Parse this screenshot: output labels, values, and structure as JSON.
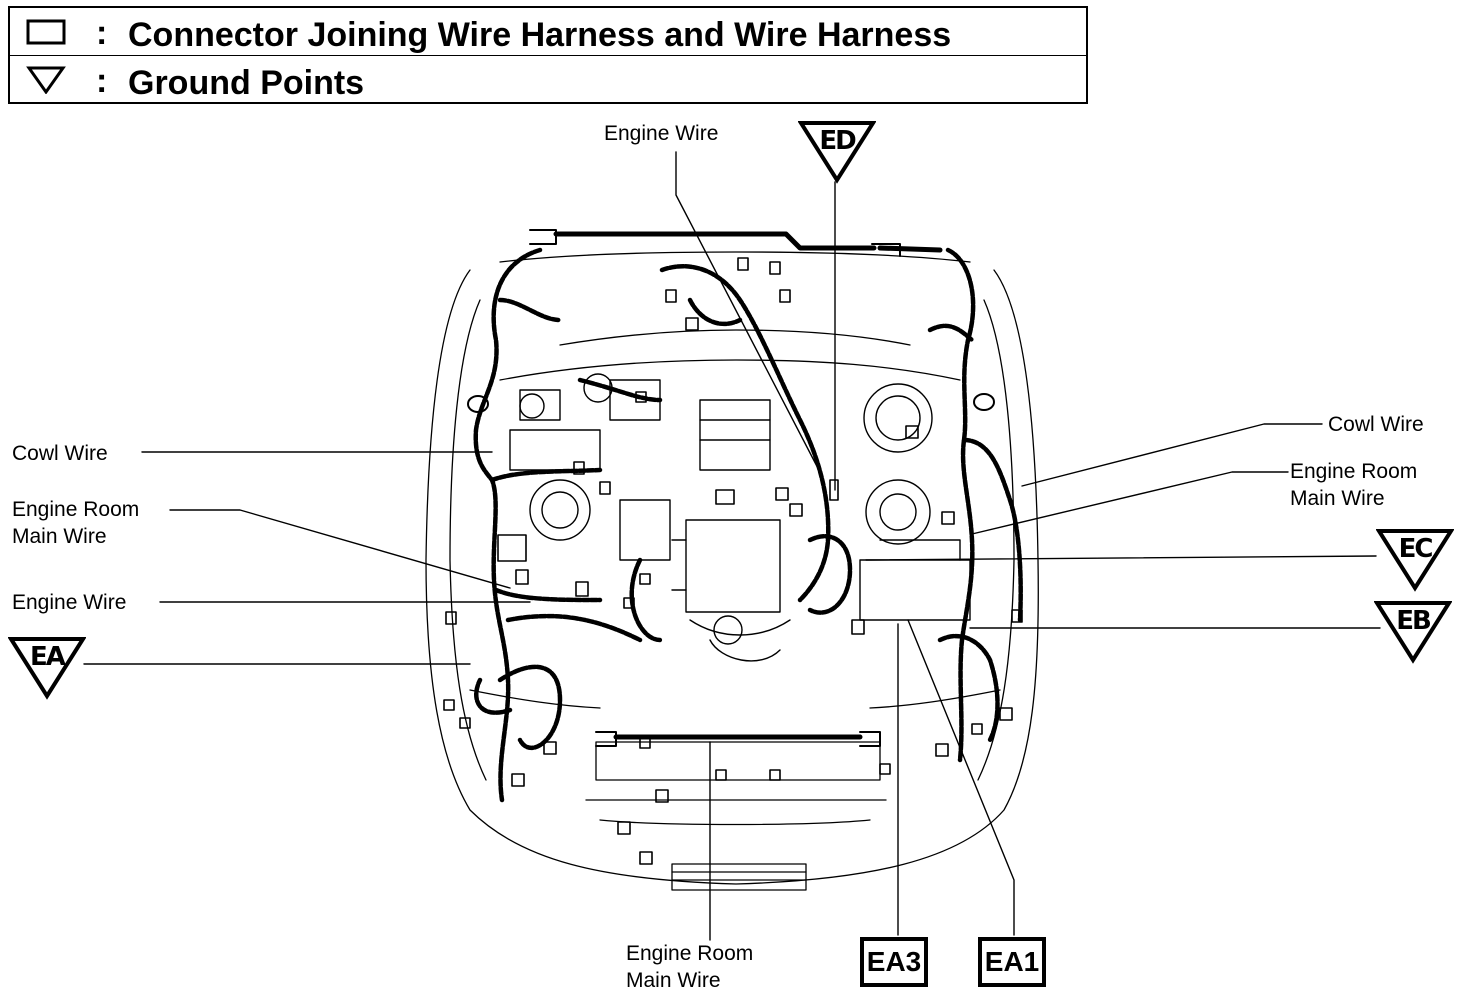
{
  "legend": {
    "connector_label": "Connector Joining Wire Harness and Wire Harness",
    "ground_label": "Ground Points",
    "colon": ":"
  },
  "labels": {
    "engine_wire_top": "Engine Wire",
    "cowl_wire_left": "Cowl Wire",
    "engine_room_main_left_1": "Engine Room",
    "engine_room_main_left_2": "Main Wire",
    "engine_wire_left": "Engine Wire",
    "cowl_wire_right": "Cowl Wire",
    "engine_room_main_right_1": "Engine Room",
    "engine_room_main_right_2": "Main Wire",
    "engine_room_main_bottom_1": "Engine Room",
    "engine_room_main_bottom_2": "Main Wire"
  },
  "ground_points": [
    "ED",
    "EC",
    "EB",
    "EA"
  ],
  "connectors": [
    "EA3",
    "EA1"
  ],
  "colors": {
    "line": "#000000",
    "background": "#ffffff"
  }
}
